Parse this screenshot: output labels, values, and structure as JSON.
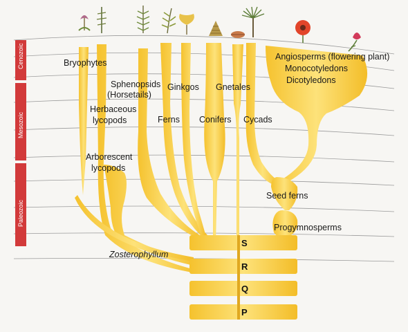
{
  "eras": [
    "Cenozoic",
    "Mesozoic",
    "Paleozoic"
  ],
  "groups": {
    "bryophytes": "Bryophytes",
    "sphenopsids_1": "Sphenopsids",
    "sphenopsids_2": "(Horsetails)",
    "ginkgos": "Ginkgos",
    "gnetales": "Gnetales",
    "angiosperms_1": "Angiosperms (flowering plant)",
    "angiosperms_2": "Monocotyledons",
    "angiosperms_3": "Dicotyledons",
    "herbaceous_1": "Herbaceous",
    "herbaceous_2": "lycopods",
    "ferns": "Ferns",
    "conifers": "Conifers",
    "cycads": "Cycads",
    "arborescent_1": "Arborescent",
    "arborescent_2": "lycopods",
    "seed_ferns": "Seed ferns",
    "progymnosperms": "Progymnosperms",
    "zosterophyllum": "Zosterophyllum"
  },
  "stages": [
    "S",
    "R",
    "Q",
    "P"
  ],
  "colors": {
    "branch": "#f6c83a",
    "branch_light": "#fbe27a",
    "era_bar": "#d23a3a",
    "line": "#888888"
  },
  "icons": [
    "liverwort-icon",
    "horsetail-icon",
    "fern-frond-icon",
    "ginkgo-leaf-icon",
    "cone-icon",
    "cycad-palm-icon",
    "flower-icon",
    "flower-bud-icon"
  ]
}
